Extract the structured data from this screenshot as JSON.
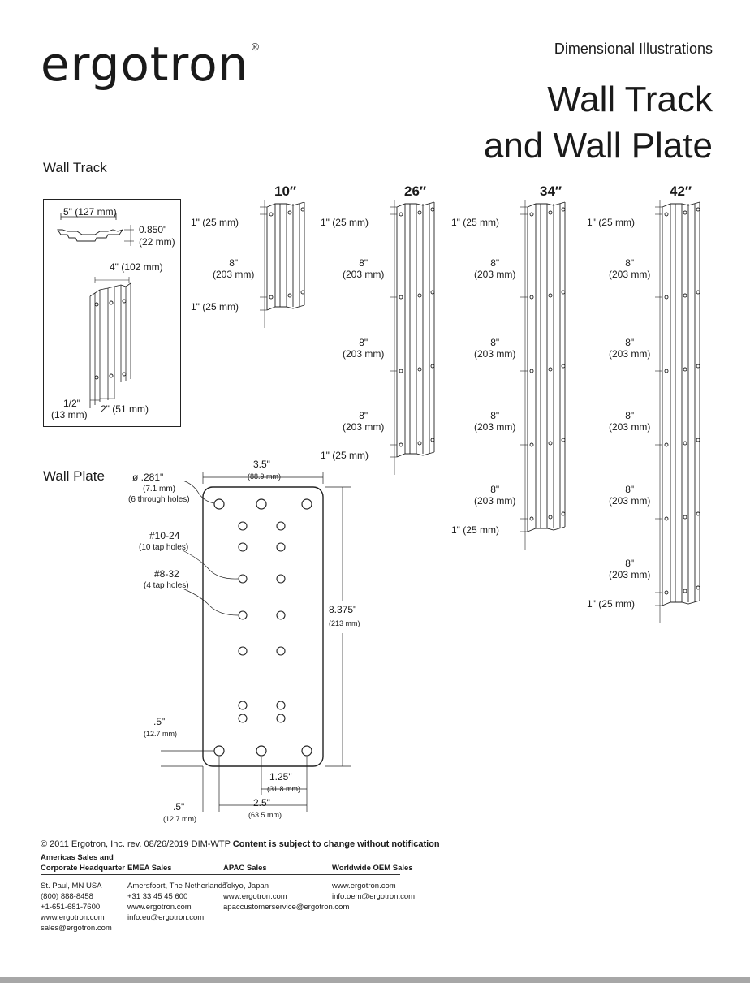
{
  "brand": {
    "name": "ergotron",
    "reg": "®"
  },
  "header": {
    "doc_type": "Dimensional Illustrations",
    "title_line1": "Wall Track",
    "title_line2": "and Wall Plate"
  },
  "wall_track": {
    "section_label": "Wall Track",
    "cross_section": {
      "width": "5\" (127 mm)",
      "depth_in": "0.850\"",
      "depth_mm": "(22 mm)",
      "width2": "4\" (102 mm)",
      "offset_in": "1/2\"",
      "offset_mm": "(13 mm)",
      "spacing": "2\" (51 mm)"
    },
    "sizes": [
      "10″",
      "26″",
      "34″",
      "42″"
    ],
    "end_dim": "1\" (25 mm)",
    "spacing_in": "8\"",
    "spacing_mm": "(203 mm)"
  },
  "wall_plate": {
    "section_label": "Wall Plate",
    "hole_dia": "ø .281\"",
    "hole_dia_mm": "(7.1 mm)",
    "hole_count": "(6 through holes)",
    "tap1": "#10-24",
    "tap1_note": "(10 tap holes)",
    "tap2": "#8-32",
    "tap2_note": "(4 tap holes)",
    "width": "3.5\"",
    "width_mm": "(88.9 mm)",
    "height": "8.375\"",
    "height_mm": "(213 mm)",
    "edge_v": ".5\"",
    "edge_v_mm": "(12.7 mm)",
    "edge_h": ".5\"",
    "edge_h_mm": "(12.7 mm)",
    "half_spacing": "1.25\"",
    "half_spacing_mm": "(31.8 mm)",
    "hole_spacing": "2.5\"",
    "hole_spacing_mm": "(63.5 mm)"
  },
  "footer": {
    "copyright": "© 2011 Ergotron, Inc.   rev. 08/26/2019  DIM-WTP",
    "notice": "Content is subject to change without notification",
    "columns": [
      {
        "head1": "Americas Sales and",
        "head2": "Corporate Headquarter",
        "lines": [
          "St. Paul, MN USA",
          "(800) 888-8458",
          "+1-651-681-7600",
          "www.ergotron.com",
          "sales@ergotron.com"
        ]
      },
      {
        "head1": "",
        "head2": "EMEA Sales",
        "lines": [
          "Amersfoort, The Netherlands",
          "+31 33 45 45 600",
          "www.ergotron.com",
          "info.eu@ergotron.com"
        ]
      },
      {
        "head1": "",
        "head2": "APAC Sales",
        "lines": [
          "Tokyo, Japan",
          "www.ergotron.com",
          "apaccustomerservice@ergotron.com"
        ]
      },
      {
        "head1": "",
        "head2": "Worldwide OEM Sales",
        "lines": [
          "www.ergotron.com",
          "info.oem@ergotron.com"
        ]
      }
    ]
  }
}
